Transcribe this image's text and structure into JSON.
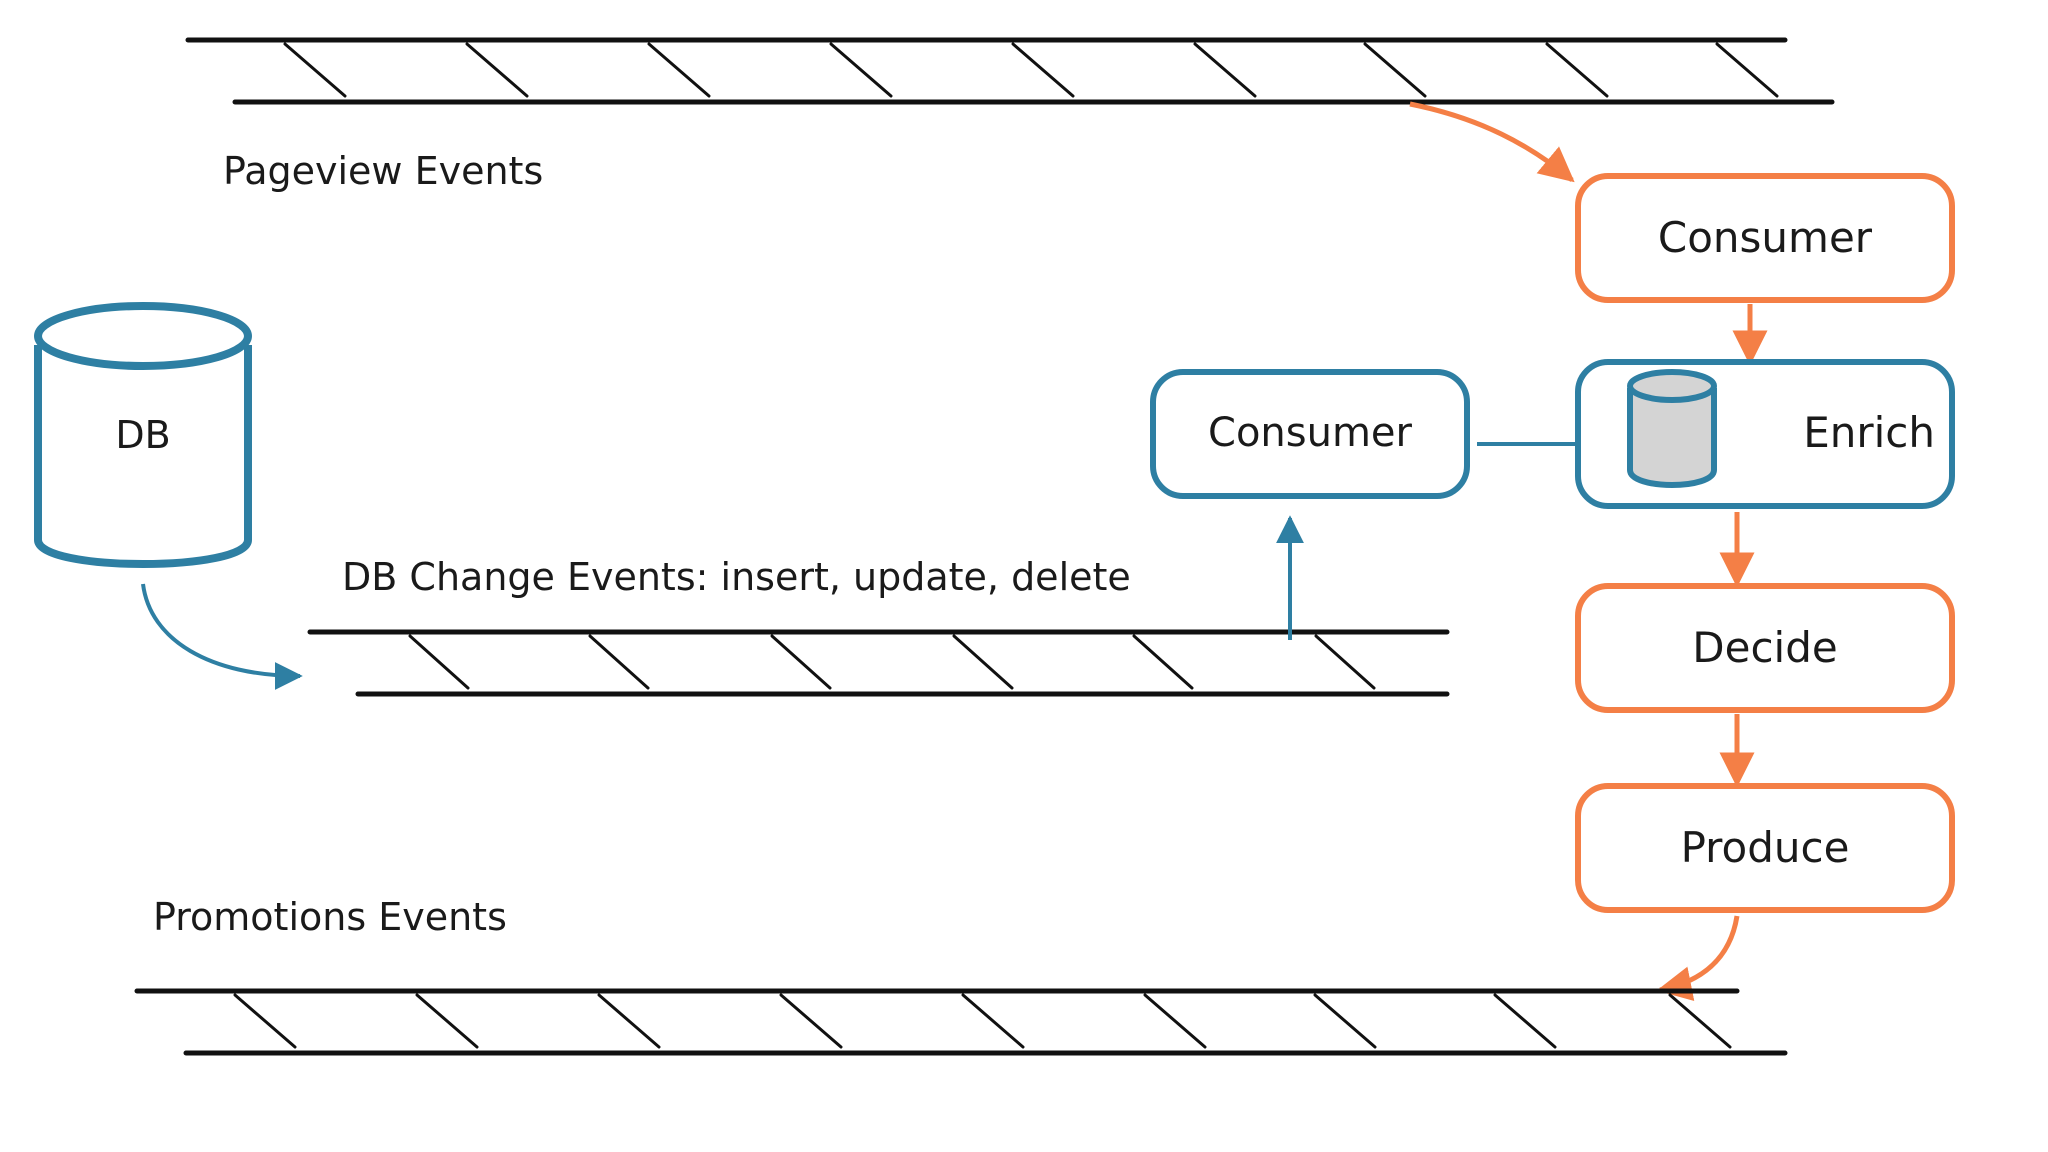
{
  "colors": {
    "background": "#ffffff",
    "stream_lines": "#111111",
    "consumer_blue": "#2e7fa3",
    "pipeline_orange": "#f47f46",
    "enrich_db_fill": "#d4d4d4",
    "text": "#1a1a1a"
  },
  "streams": {
    "pageview": {
      "label": "Pageview Events"
    },
    "db_change": {
      "label": "DB Change Events: insert, update, delete"
    },
    "promotions": {
      "label": "Promotions Events"
    }
  },
  "database": {
    "label": "DB"
  },
  "change_consumer": {
    "label": "Consumer"
  },
  "pipeline": {
    "consumer": {
      "label": "Consumer"
    },
    "enrich": {
      "label": "Enrich"
    },
    "decide": {
      "label": "Decide"
    },
    "produce": {
      "label": "Produce"
    }
  }
}
